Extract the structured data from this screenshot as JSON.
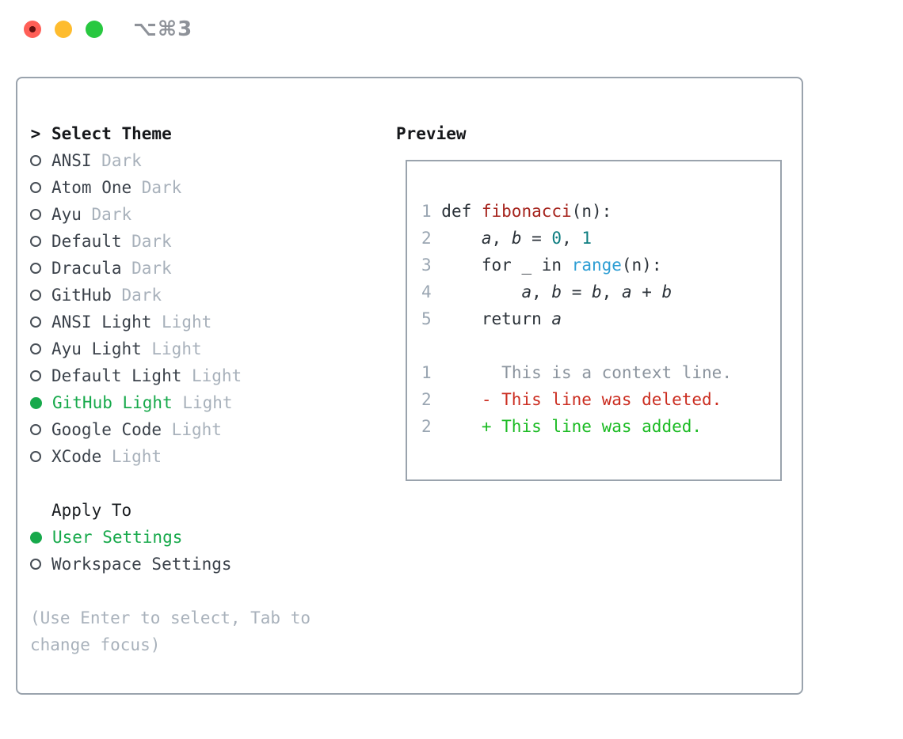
{
  "window": {
    "title": "⌥⌘3"
  },
  "colors": {
    "accent_green": "#17a94b",
    "panel_border": "#9aa3ad",
    "muted_gray": "#a8b1bb",
    "item_text": "#3a414a",
    "function_red": "#a5231c",
    "literal_teal": "#0d7d80",
    "builtin_blue": "#2e9ed4",
    "line_number_gray": "#9aa6b2",
    "diff_deleted_red": "#cb2d20",
    "diff_added_green": "#1bbb23",
    "traffic_red": "#ff5f57",
    "traffic_yellow": "#febc2e",
    "traffic_green": "#28c840"
  },
  "theme_picker": {
    "cursor": ">",
    "title": "Select Theme",
    "items": [
      {
        "name": "ANSI",
        "variant": "Dark",
        "selected": false
      },
      {
        "name": "Atom One",
        "variant": "Dark",
        "selected": false
      },
      {
        "name": "Ayu",
        "variant": "Dark",
        "selected": false
      },
      {
        "name": "Default",
        "variant": "Dark",
        "selected": false
      },
      {
        "name": "Dracula",
        "variant": "Dark",
        "selected": false
      },
      {
        "name": "GitHub",
        "variant": "Dark",
        "selected": false
      },
      {
        "name": "ANSI Light",
        "variant": "Light",
        "selected": false
      },
      {
        "name": "Ayu Light",
        "variant": "Light",
        "selected": false
      },
      {
        "name": "Default Light",
        "variant": "Light",
        "selected": false
      },
      {
        "name": "GitHub Light",
        "variant": "Light",
        "selected": true
      },
      {
        "name": "Google Code",
        "variant": "Light",
        "selected": false
      },
      {
        "name": "XCode",
        "variant": "Light",
        "selected": false
      }
    ],
    "apply_to": {
      "title": "Apply To",
      "options": [
        {
          "name": "User Settings",
          "selected": true
        },
        {
          "name": "Workspace Settings",
          "selected": false
        }
      ]
    },
    "hint": [
      "(Use Enter to select, Tab to",
      "change focus)"
    ]
  },
  "preview": {
    "title": "Preview",
    "lines": [
      {
        "tokens": [
          {
            "t": "1",
            "s": "ln"
          },
          {
            "t": " def ",
            "s": "plain"
          },
          {
            "t": "fibonacci",
            "s": "fn"
          },
          {
            "t": "(n):",
            "s": "plain"
          }
        ]
      },
      {
        "tokens": [
          {
            "t": "2",
            "s": "ln"
          },
          {
            "t": "     ",
            "s": "plain"
          },
          {
            "t": "a",
            "s": "var"
          },
          {
            "t": ", ",
            "s": "plain"
          },
          {
            "t": "b",
            "s": "var"
          },
          {
            "t": " = ",
            "s": "plain"
          },
          {
            "t": "0",
            "s": "lit"
          },
          {
            "t": ", ",
            "s": "plain"
          },
          {
            "t": "1",
            "s": "lit"
          }
        ]
      },
      {
        "tokens": [
          {
            "t": "3",
            "s": "ln"
          },
          {
            "t": "     for _ in ",
            "s": "plain"
          },
          {
            "t": "range",
            "s": "builtin"
          },
          {
            "t": "(n):",
            "s": "plain"
          }
        ]
      },
      {
        "tokens": [
          {
            "t": "4",
            "s": "ln"
          },
          {
            "t": "         ",
            "s": "plain"
          },
          {
            "t": "a",
            "s": "var"
          },
          {
            "t": ", ",
            "s": "plain"
          },
          {
            "t": "b",
            "s": "var"
          },
          {
            "t": " = ",
            "s": "plain"
          },
          {
            "t": "b",
            "s": "var"
          },
          {
            "t": ", ",
            "s": "plain"
          },
          {
            "t": "a",
            "s": "var"
          },
          {
            "t": " + ",
            "s": "plain"
          },
          {
            "t": "b",
            "s": "var"
          }
        ]
      },
      {
        "tokens": [
          {
            "t": "5",
            "s": "ln"
          },
          {
            "t": "     return ",
            "s": "plain"
          },
          {
            "t": "a",
            "s": "var"
          }
        ]
      },
      {
        "tokens": []
      },
      {
        "tokens": [
          {
            "t": "1",
            "s": "ln"
          },
          {
            "t": "       ",
            "s": "plain"
          },
          {
            "t": "This is a context line.",
            "s": "ctx"
          }
        ]
      },
      {
        "tokens": [
          {
            "t": "2",
            "s": "ln"
          },
          {
            "t": "     ",
            "s": "plain"
          },
          {
            "t": "- This line was deleted.",
            "s": "del"
          }
        ]
      },
      {
        "tokens": [
          {
            "t": "2",
            "s": "ln"
          },
          {
            "t": "     ",
            "s": "plain"
          },
          {
            "t": "+ This line was added.",
            "s": "add"
          }
        ]
      }
    ]
  }
}
